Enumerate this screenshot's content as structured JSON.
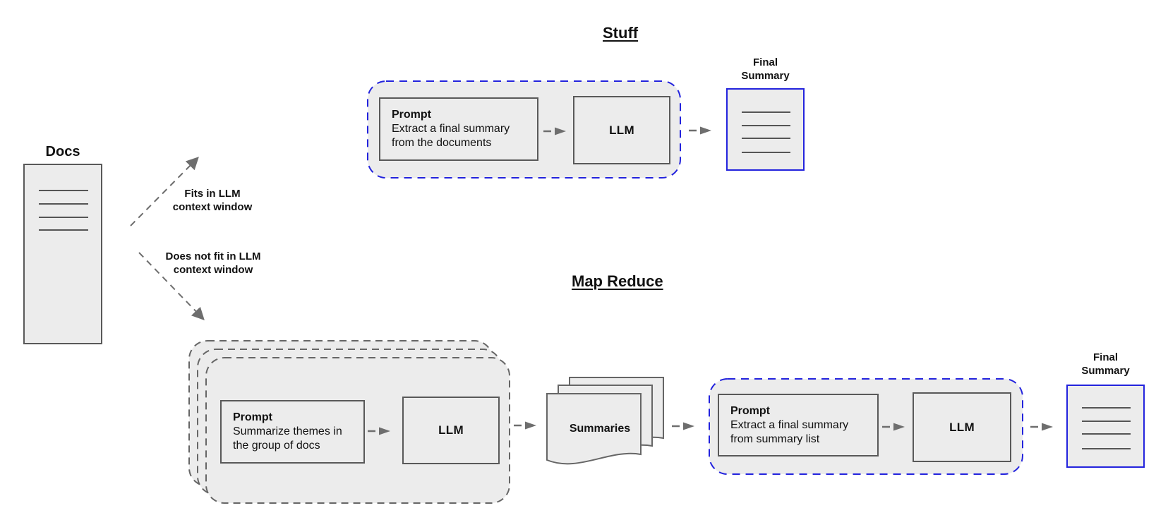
{
  "colors": {
    "background": "#ffffff",
    "shape_fill": "#ececec",
    "shape_border": "#595959",
    "accent_blue": "#2323dd",
    "arrow_gray": "#6e6e6e",
    "text": "#111111"
  },
  "docs": {
    "label": "Docs"
  },
  "branches": {
    "fits_label": "Fits in LLM\ncontext window",
    "not_fit_label": "Does not fit in LLM\ncontext window"
  },
  "stuff": {
    "title": "Stuff",
    "prompt_heading": "Prompt",
    "prompt_body": "Extract a final summary\nfrom the documents",
    "llm_label": "LLM",
    "final_summary_label": "Final\nSummary"
  },
  "map_reduce": {
    "title": "Map Reduce",
    "map_prompt_heading": "Prompt",
    "map_prompt_body": "Summarize themes in\nthe group of docs",
    "map_llm_label": "LLM",
    "summaries_label": "Summaries",
    "reduce_prompt_heading": "Prompt",
    "reduce_prompt_body": "Extract a final summary\nfrom summary list",
    "reduce_llm_label": "LLM",
    "final_summary_label": "Final\nSummary"
  }
}
